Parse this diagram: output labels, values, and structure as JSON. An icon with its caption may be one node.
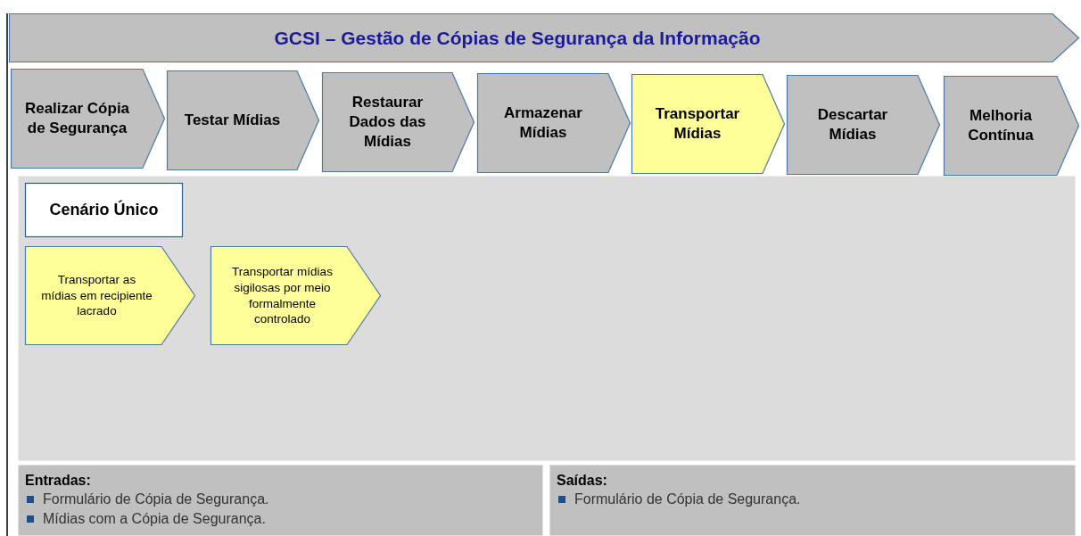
{
  "diagram": {
    "nodes": [
      {
        "text": [
          "GCSI – Gestão de Cópias de Segurança da Informação"
        ]
      },
      {
        "text": [
          "Realizar Cópia de Segurança"
        ]
      },
      {
        "text": [
          "Testar Mídias"
        ]
      },
      {
        "text": [
          "Restaurar Dados das Mídias"
        ]
      },
      {
        "text": [
          "Armazenar Mídias"
        ]
      },
      {
        "text": [
          "Transportar Mídias"
        ]
      },
      {
        "text": [
          "Descartar Mídias"
        ]
      },
      {
        "text": [
          "Melhoria Contínua"
        ]
      },
      {
        "text": [],
        "shape": "box"
      },
      {
        "text": [
          "Cenário Único"
        ],
        "in": 8
      },
      {
        "text": [
          "Transportar as mídias em recipiente lacrado"
        ],
        "in": 8
      },
      {
        "text": [
          "Transportar mídias sigilosas por meio formalmente controlado"
        ],
        "in": 8
      },
      {
        "text": [
          "Entradas:",
          "Formulário de Cópia de Segurança.",
          "Mídias com a Cópia de Segurança."
        ]
      },
      {
        "text": [
          "Saídas:",
          "Formulário de Cópia de Segurança."
        ]
      }
    ],
    "edges": []
  }
}
